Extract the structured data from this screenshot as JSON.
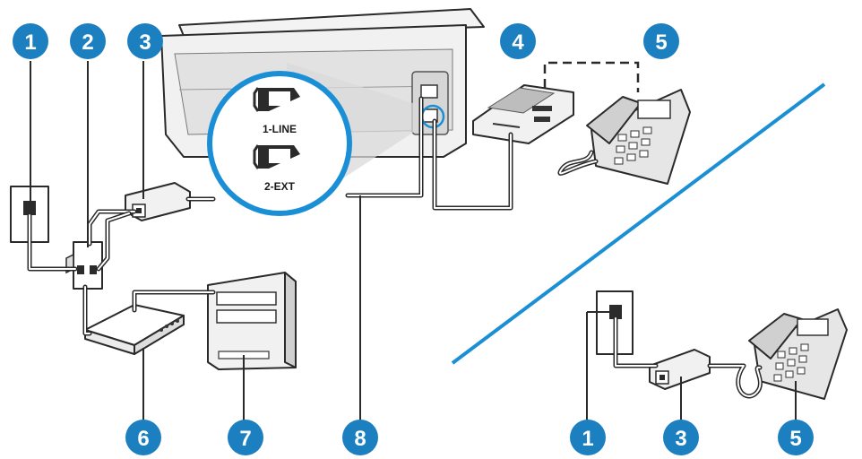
{
  "callouts": {
    "c1": "1",
    "c2": "2",
    "c3": "3",
    "c4": "4",
    "c5": "5",
    "c6": "6",
    "c7": "7",
    "c8": "8",
    "c1b": "1",
    "c3b": "3",
    "c5b": "5"
  },
  "ports": {
    "line": "1-LINE",
    "ext": "2-EXT"
  },
  "colors": {
    "callout": "#1b7fc0",
    "divider": "#1b8fd6",
    "outline": "#2a2a2a",
    "device_fill": "#ececec",
    "dark_fill": "#2b2b2b"
  }
}
